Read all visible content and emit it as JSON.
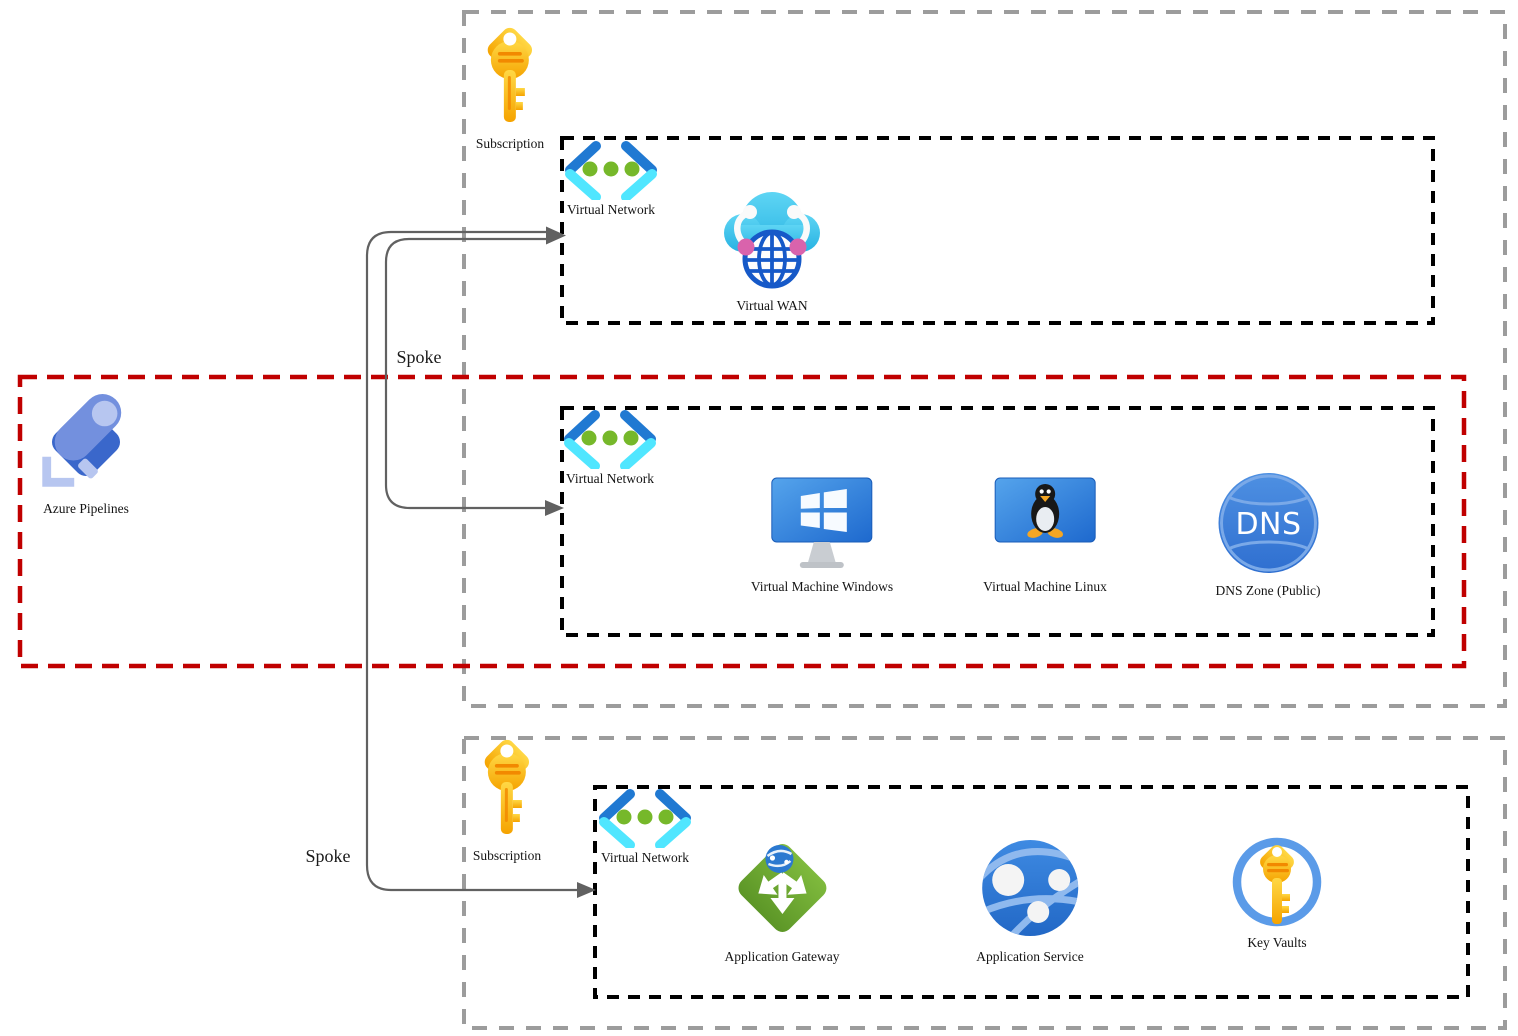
{
  "diagram": {
    "colors": {
      "subscription_border": "#9c9c9c",
      "vnet_border": "#000000",
      "hub_border": "#c00000",
      "arrow": "#616161"
    },
    "connections": {
      "spoke_top": {
        "label": "Spoke"
      },
      "spoke_bottom": {
        "label": "Spoke"
      }
    },
    "hub": {
      "azure_pipelines": {
        "label": "Azure Pipelines"
      }
    },
    "subscription_top": {
      "label": "Subscription",
      "wan_vnet": {
        "virtual_network": {
          "label": "Virtual Network"
        },
        "virtual_wan": {
          "label": "Virtual WAN"
        }
      },
      "workload_vnet": {
        "virtual_network": {
          "label": "Virtual Network"
        },
        "vm_windows": {
          "label": "Virtual Machine Windows"
        },
        "vm_linux": {
          "label": "Virtual Machine Linux"
        },
        "dns_zone": {
          "label": "DNS Zone (Public)",
          "icon_text": "DNS"
        }
      }
    },
    "subscription_bottom": {
      "label": "Subscription",
      "app_vnet": {
        "virtual_network": {
          "label": "Virtual Network"
        },
        "app_gateway": {
          "label": "Application Gateway"
        },
        "app_service": {
          "label": "Application Service"
        },
        "key_vaults": {
          "label": "Key Vaults"
        }
      }
    }
  }
}
